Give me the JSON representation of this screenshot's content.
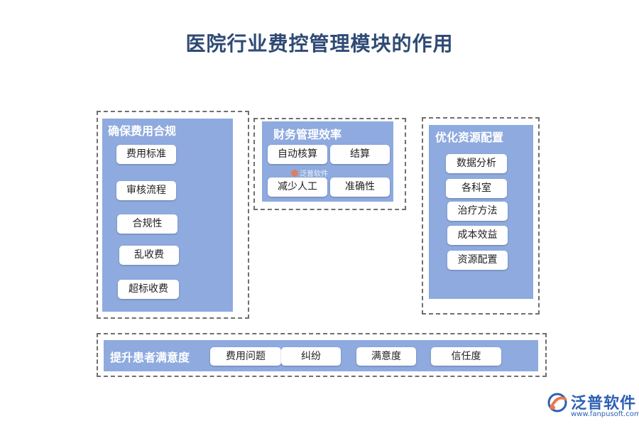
{
  "title": "医院行业费控管理模块的作用",
  "sections": {
    "compliance": {
      "label": "确保费用合规",
      "items": [
        "费用标准",
        "审核流程",
        "合规性",
        "乱收费",
        "超标收费"
      ]
    },
    "finance": {
      "label": "财务管理效率",
      "items": [
        "自动核算",
        "结算",
        "减少人工",
        "准确性"
      ]
    },
    "resources": {
      "label": "优化资源配置",
      "items": [
        "数据分析",
        "各科室",
        "治疗方法",
        "成本效益",
        "资源配置"
      ]
    },
    "satisfaction": {
      "label": "提升患者满意度",
      "items": [
        "费用问题",
        "纠纷",
        "满意度",
        "信任度"
      ]
    }
  },
  "watermark": "泛普软件",
  "logo": {
    "name": "泛普软件",
    "url": "www.fanpusoft.com"
  },
  "colors": {
    "panel": "#8eaadf",
    "title": "#2f4a74",
    "brand": "#2d5fb4",
    "brand_accent": "#e9794b"
  }
}
